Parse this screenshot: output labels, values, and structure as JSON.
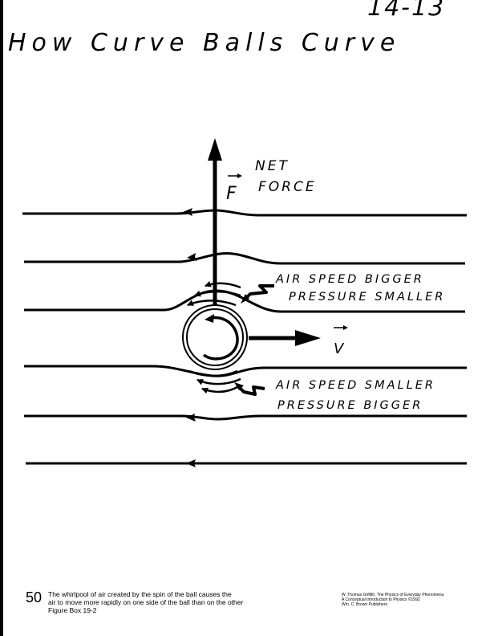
{
  "page_number": "14-13",
  "title": "How Curve Balls Curve",
  "diagram": {
    "force_symbol": "F",
    "net_force_label": [
      "NET",
      "FORCE"
    ],
    "velocity_symbol": "V",
    "upper_annotation": [
      "AIR SPEED BIGGER",
      "PRESSURE SMALLER"
    ],
    "lower_annotation": [
      "AIR SPEED SMALLER",
      "PRESSURE BIGGER"
    ]
  },
  "caption": {
    "figure_number": "50",
    "lines": [
      "The whirlpool of air created by the spin of the ball causes the",
      "air to move more rapidly on one side of the ball than on the other",
      "Figure Box 19-2"
    ]
  },
  "credit": {
    "lines": [
      "W. Thomas Griffith, The Physics of Everyday Phenomena",
      "A Conceptual Introduction to Physics ©1992",
      "Wm. C. Brown Publishers"
    ]
  }
}
